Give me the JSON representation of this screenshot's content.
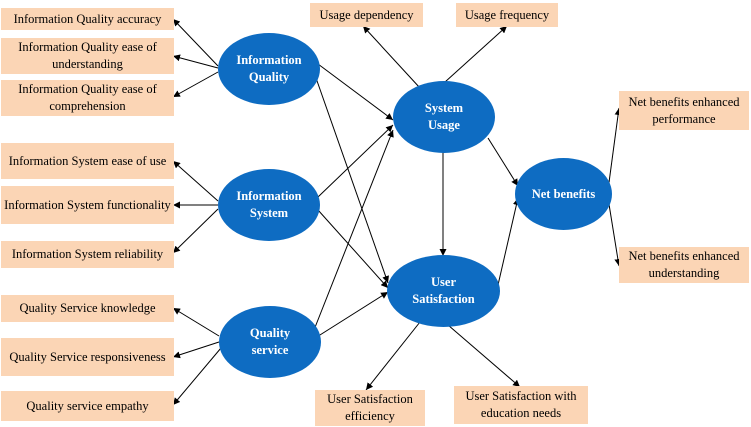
{
  "constructs": {
    "info_quality": "Information Quality",
    "info_system": "Information System",
    "quality_service": "Quality service",
    "system_usage": "System Usage",
    "user_satisfaction": "User Satisfaction",
    "net_benefits": "Net benefits"
  },
  "indicators": {
    "iq_accuracy": "Information Quality accuracy",
    "iq_understanding": "Information Quality ease of understanding",
    "iq_comprehension": "Information Quality ease of comprehension",
    "is_ease_of_use": "Information System ease of use",
    "is_functionality": "Information System functionality",
    "is_reliability": "Information System reliability",
    "qs_knowledge": "Quality Service knowledge",
    "qs_responsiveness": "Quality Service responsiveness",
    "qs_empathy": "Quality service empathy",
    "su_dependency": "Usage dependency",
    "su_frequency": "Usage frequency",
    "us_efficiency": "User Satisfaction efficiency",
    "us_education": "User Satisfaction with education needs",
    "nb_performance": "Net benefits enhanced performance",
    "nb_understanding": "Net benefits enhanced understanding"
  },
  "colors": {
    "construct_fill": "#0e6cc2",
    "construct_text": "#ffffff",
    "indicator_fill": "#fbd5b5",
    "arrow": "#000000"
  }
}
